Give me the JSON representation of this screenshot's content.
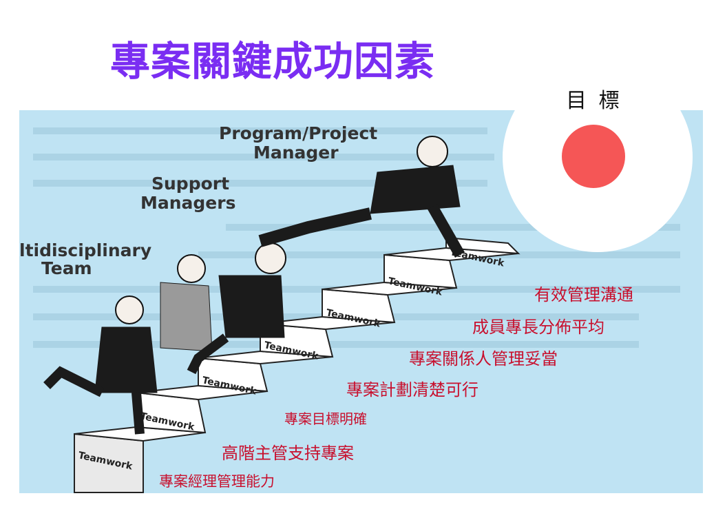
{
  "title": "專案關鍵成功因素",
  "goal": {
    "label": "目 標",
    "target_color": "#f55656"
  },
  "picture": {
    "roles": {
      "program_manager_1": "Program/Project",
      "program_manager_2": "Manager",
      "support_1": "Support",
      "support_2": "Managers",
      "team_1": "ltidisciplinary",
      "team_2": "Team"
    },
    "step_label": "Teamwork"
  },
  "factors": [
    "有效管理溝通",
    "成員專長分佈平均",
    "專案關係人管理妥當",
    "專案計劃清楚可行",
    "專案目標明確",
    "高階主管支持專案",
    "專案經理管理能力"
  ],
  "colors": {
    "title": "#7a2df2",
    "factor": "#c8102e",
    "background": "#bfe3f3"
  }
}
